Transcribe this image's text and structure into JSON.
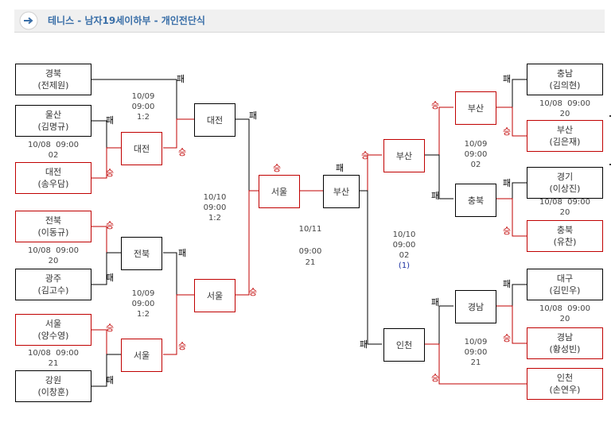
{
  "header": {
    "title": "테니스 - 남자19세이하부 - 개인전단식",
    "icon": "arrow-right-icon"
  },
  "colors": {
    "win": "#c00000",
    "lose": "#000000",
    "title": "#3a6fa8"
  },
  "result_labels": {
    "win": "승",
    "lose": "패"
  },
  "players": {
    "p1": {
      "region": "경북",
      "name": "(전제원)"
    },
    "p2": {
      "region": "울산",
      "name": "(김명규)"
    },
    "p3": {
      "region": "대전",
      "name": "(송우담)"
    },
    "p4": {
      "region": "전북",
      "name": "(이동규)"
    },
    "p5": {
      "region": "광주",
      "name": "(김고수)"
    },
    "p6": {
      "region": "서울",
      "name": "(양수영)"
    },
    "p7": {
      "region": "강원",
      "name": "(이창훈)"
    },
    "p8": {
      "region": "충남",
      "name": "(김의현)"
    },
    "p9": {
      "region": "부산",
      "name": "(김은재)"
    },
    "p10": {
      "region": "경기",
      "name": "(이상진)"
    },
    "p11": {
      "region": "충북",
      "name": "(유찬)"
    },
    "p12": {
      "region": "대구",
      "name": "(김민우)"
    },
    "p13": {
      "region": "경남",
      "name": "(황성빈)"
    },
    "p14": {
      "region": "인천",
      "name": "(손연우)"
    }
  },
  "rounds": {
    "L1a": "대전",
    "L1b": "전북",
    "L1c": "서울",
    "L2a": "대전",
    "L2b": "서울",
    "L3": "서울",
    "F": "부산",
    "R3": "부산",
    "R2a": "부산",
    "R2b": "인천",
    "R1a": "부산",
    "R1b": "충북",
    "R1c": "경남"
  },
  "match_info": {
    "m1": {
      "date": "10/08",
      "time": "09:00",
      "score": "02"
    },
    "m2": {
      "date": "10/08",
      "time": "09:00",
      "score": "20"
    },
    "m3": {
      "date": "10/08",
      "time": "09:00",
      "score": "21"
    },
    "m4": {
      "date": "10/09",
      "time": "09:00",
      "score": "1:2"
    },
    "m5": {
      "date": "10/09",
      "time": "09:00",
      "score": "1:2"
    },
    "m6": {
      "date": "10/10",
      "time": "09:00",
      "score": "1:2"
    },
    "m7": {
      "date": "10/11",
      "time": "09:00",
      "score": "21"
    },
    "m8": {
      "date": "10/08",
      "time": "09:00",
      "score": "20"
    },
    "m9": {
      "date": "10/08",
      "time": "09:00",
      "score": "20"
    },
    "m10": {
      "date": "10/08",
      "time": "09:00",
      "score": "20"
    },
    "m11": {
      "date": "10/09",
      "time": "09:00",
      "score": "02"
    },
    "m12": {
      "date": "10/09",
      "time": "09:00",
      "score": "21"
    },
    "m13": {
      "date": "10/10",
      "time": "09:00",
      "score": "02",
      "note": "(1)"
    }
  }
}
